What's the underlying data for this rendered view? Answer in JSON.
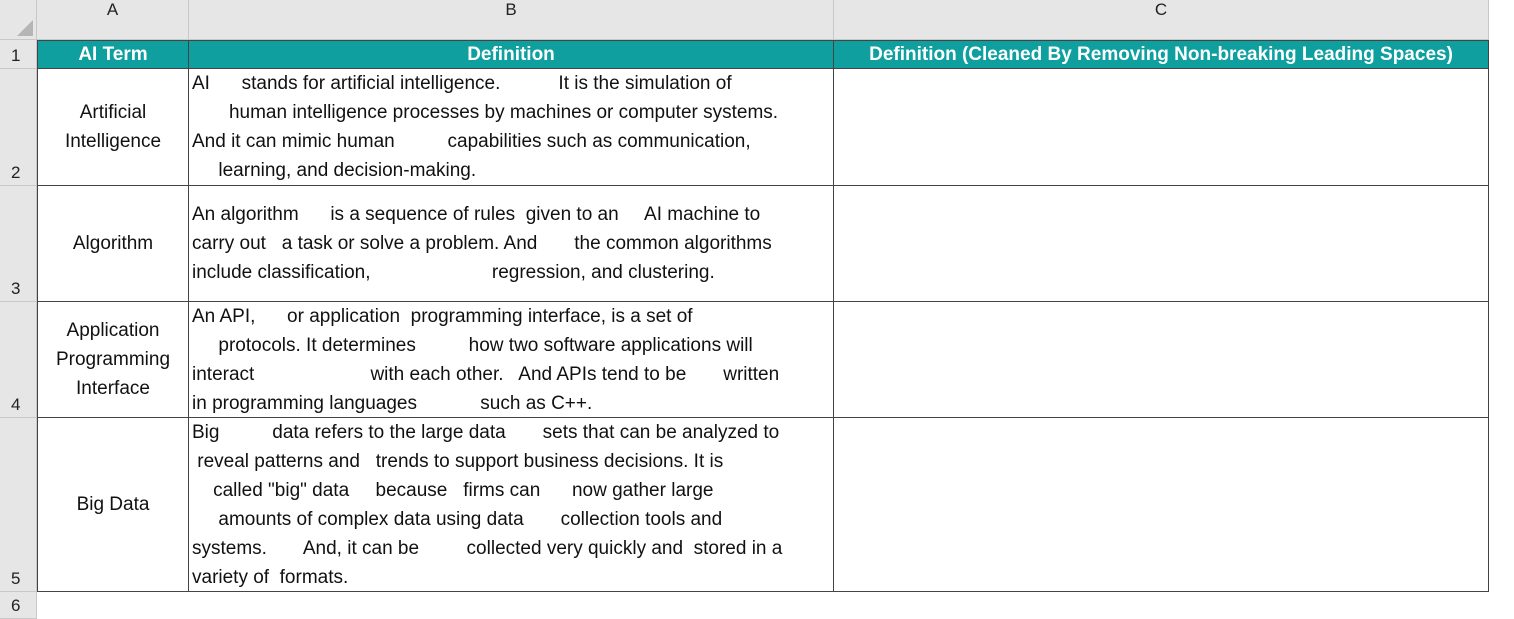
{
  "column_headers": [
    "A",
    "B",
    "C"
  ],
  "row_headers": [
    "1",
    "2",
    "3",
    "4",
    "5",
    "6"
  ],
  "table_header": {
    "a": "AI Term",
    "b": "Definition",
    "c": "Definition (Cleaned By Removing Non-breaking Leading Spaces)"
  },
  "rows": [
    {
      "term": "Artificial\nIntelligence",
      "definition_lines": [
        "AI      stands for artificial intelligence.           It is the simulation of",
        "       human intelligence processes by machines or computer systems.",
        "And it can mimic human          capabilities such as communication,",
        "     learning, and decision-making."
      ],
      "cleaned": ""
    },
    {
      "term": "Algorithm",
      "definition_lines": [
        "An algorithm      is a sequence of rules  given to an     AI machine to",
        "carry out   a task or solve a problem. And       the common algorithms",
        "include classification,                       regression, and clustering."
      ],
      "cleaned": ""
    },
    {
      "term": "Application\nProgramming\nInterface",
      "definition_lines": [
        "An API,      or application  programming interface, is a set of",
        "     protocols. It determines          how two software applications will",
        "interact                      with each other.   And APIs tend to be       written",
        "in programming languages            such as C++."
      ],
      "cleaned": ""
    },
    {
      "term": "Big Data",
      "definition_lines": [
        "Big          data refers to the large data       sets that can be analyzed to",
        " reveal patterns and   trends to support business decisions. It is",
        "    called \"big\" data     because   firms can      now gather large",
        "     amounts of complex data using data       collection tools and",
        "systems.       And, it can be         collected very quickly and  stored in a",
        "variety of  formats."
      ],
      "cleaned": ""
    }
  ],
  "colors": {
    "header_fill": "#0f9f9f",
    "header_text": "#ffffff",
    "sheet_header_bg": "#e6e6e6"
  }
}
